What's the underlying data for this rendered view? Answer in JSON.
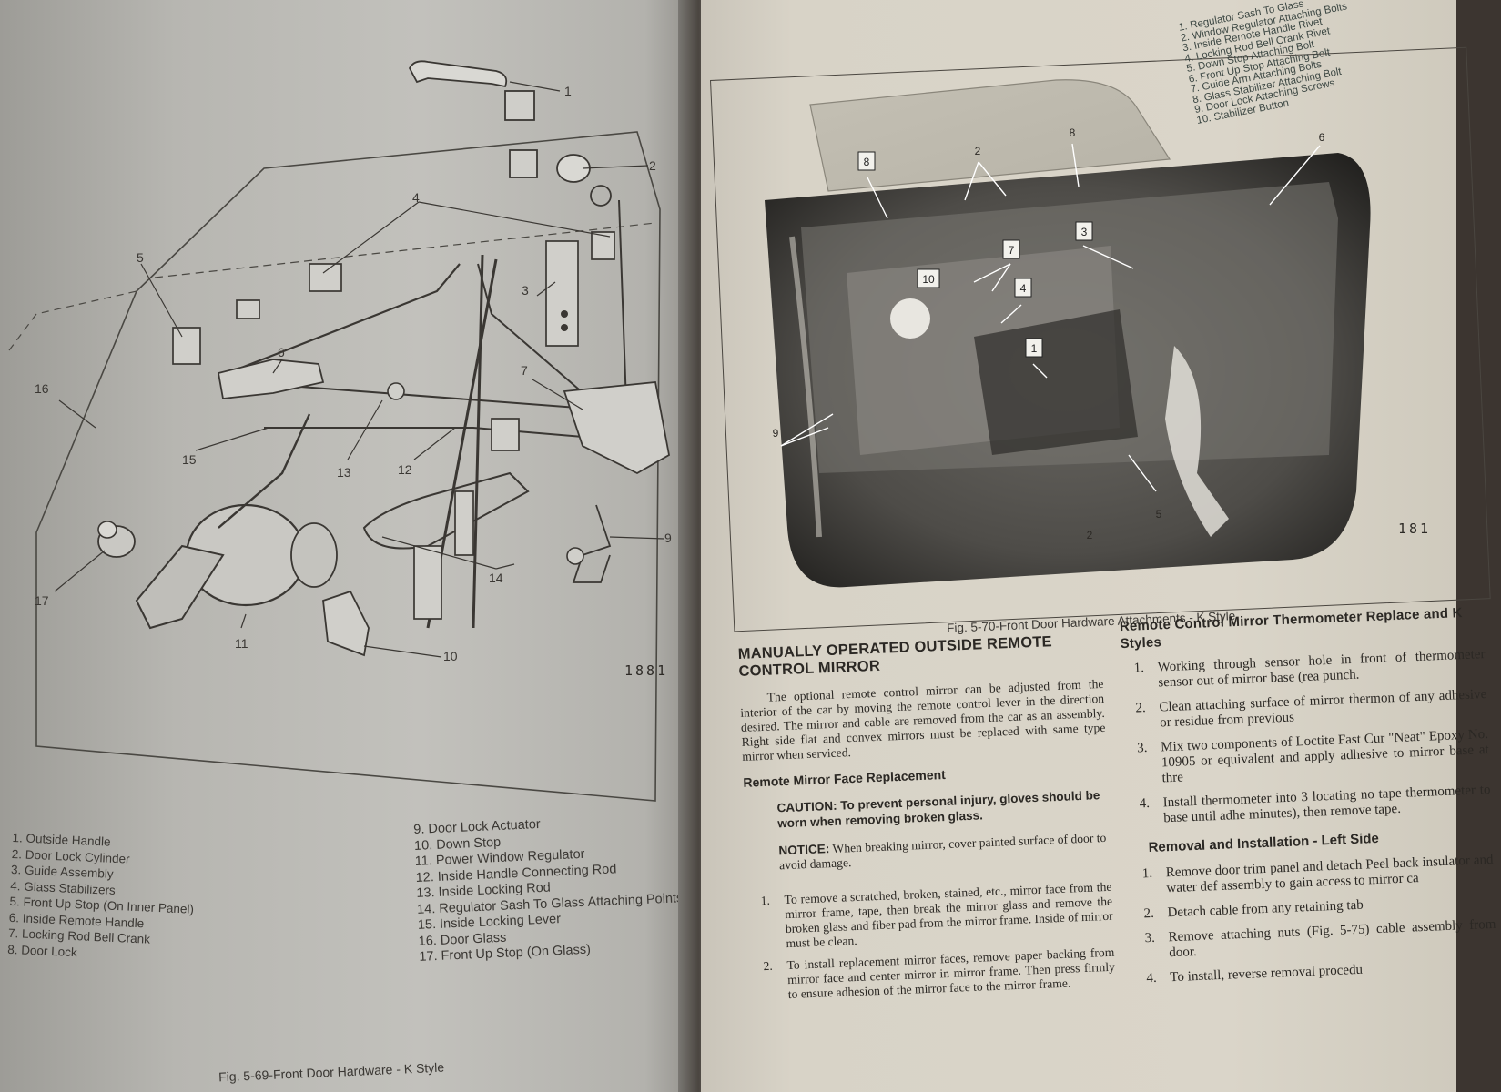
{
  "left_page": {
    "drawing_number": "1881",
    "figure_caption": "Fig. 5-69-Front Door Hardware - K Style",
    "callouts": [
      "1",
      "2",
      "3",
      "4",
      "5",
      "6",
      "7",
      "9",
      "10",
      "11",
      "12",
      "13",
      "14",
      "15",
      "16",
      "17"
    ],
    "legend_col1": [
      "1. Outside Handle",
      "2. Door Lock Cylinder",
      "3. Guide Assembly",
      "4. Glass Stabilizers",
      "5. Front Up Stop (On Inner Panel)",
      "6. Inside Remote Handle",
      "7. Locking Rod Bell Crank",
      "8. Door Lock"
    ],
    "legend_col2": [
      "9. Door Lock Actuator",
      "10. Down Stop",
      "11. Power Window Regulator",
      "12. Inside Handle Connecting Rod",
      "13. Inside Locking Rod",
      "14. Regulator Sash To Glass Attaching Points",
      "15. Inside Locking Lever",
      "16. Door Glass",
      "17. Front Up Stop (On Glass)"
    ]
  },
  "right_page": {
    "parts_list": [
      "1. Regulator Sash To Glass",
      "2. Window Regulator Attaching Bolts",
      "3. Inside Remote Handle Rivet",
      "4. Locking Rod Bell Crank Rivet",
      "5. Down Stop Attaching Bolt",
      "6. Front Up Stop Attaching Bolt",
      "7. Guide Arm Attaching Bolts",
      "8. Glass Stabilizer Attaching Bolt",
      "9. Door Lock Attaching Screws",
      "10. Stabilizer Button"
    ],
    "photo_labels": [
      "8",
      "2",
      "8",
      "6",
      "3",
      "7",
      "10",
      "4",
      "1",
      "9",
      "2",
      "5"
    ],
    "drawing_number": "181",
    "figure_caption": "Fig. 5-70-Front Door Hardware Attachments - K Style",
    "col1": {
      "heading": "MANUALLY OPERATED OUTSIDE REMOTE CONTROL MIRROR",
      "intro": "The optional remote control mirror can be adjusted from the interior of the car by moving the remote control lever in the direction desired. The mirror and cable are removed from the car as an assembly. Right side flat and convex mirrors must be replaced with same type mirror when serviced.",
      "subheading": "Remote Mirror Face Replacement",
      "caution": "CAUTION: To prevent personal injury, gloves should be worn when removing broken glass.",
      "notice_label": "NOTICE:",
      "notice_text": " When breaking mirror, cover painted surface of door to avoid damage.",
      "steps": [
        {
          "num": "1.",
          "text": "To remove a scratched, broken, stained, etc., mirror face from the mirror frame, tape, then break the mirror glass and remove the broken glass and fiber pad from the mirror frame. Inside of mirror must be clean."
        },
        {
          "num": "2.",
          "text": "To install replacement mirror faces, remove paper backing from mirror face and center mirror in mirror frame. Then press firmly to ensure adhesion of the mirror face to the mirror frame."
        }
      ]
    },
    "col2": {
      "heading": "Remote Control Mirror Thermometer Replace and K Styles",
      "steps": [
        {
          "num": "1.",
          "text": "Working through sensor hole in front of thermometer sensor out of mirror base (rea punch."
        },
        {
          "num": "2.",
          "text": "Clean attaching surface of mirror thermon of any adhesive or residue from previous"
        },
        {
          "num": "3.",
          "text": "Mix two components of Loctite Fast Cur \"Neat\" Epoxy No. 10905 or equivalent and apply adhesive to mirror base at thre"
        },
        {
          "num": "4.",
          "text": "Install thermometer into 3 locating no tape thermometer to base until adhe minutes), then remove tape."
        }
      ],
      "subheading": "Removal and Installation - Left Side",
      "steps2": [
        {
          "num": "1.",
          "text": "Remove door trim panel and detach Peel back insulator and water def assembly to gain access to mirror ca"
        },
        {
          "num": "2.",
          "text": "Detach cable from any retaining tab"
        },
        {
          "num": "3.",
          "text": "Remove attaching nuts (Fig. 5-75) cable assembly from door."
        },
        {
          "num": "4.",
          "text": "To install, reverse removal procedu"
        }
      ]
    }
  }
}
